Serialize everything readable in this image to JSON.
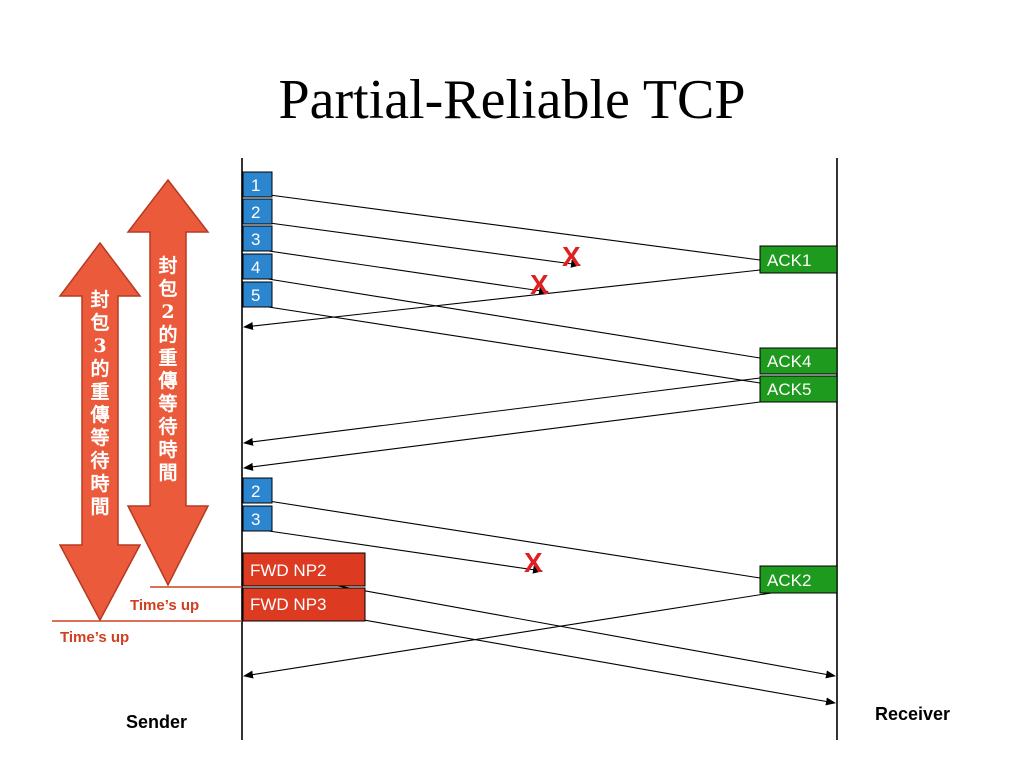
{
  "title": "Partial-Reliable TCP",
  "colors": {
    "packet_fill": "#2b86cf",
    "ack_fill": "#1e9a1e",
    "fwd_fill": "#dd3a22",
    "arrow_fill": "#ec5a3c",
    "loss_mark": "#e02020",
    "time_text": "#d04020",
    "line": "#000000"
  },
  "sender_label": "Sender",
  "receiver_label": "Receiver",
  "packets": [
    {
      "label": "1"
    },
    {
      "label": "2"
    },
    {
      "label": "3"
    },
    {
      "label": "4"
    },
    {
      "label": "5"
    },
    {
      "label": "2"
    },
    {
      "label": "3"
    }
  ],
  "forward_messages": [
    {
      "label": "FWD NP2"
    },
    {
      "label": "FWD NP3"
    }
  ],
  "acks": [
    {
      "label": "ACK1"
    },
    {
      "label": "ACK4"
    },
    {
      "label": "ACK5"
    },
    {
      "label": "ACK2"
    }
  ],
  "loss_mark": "X",
  "timers": [
    {
      "text": "封包2的重傳等待時間",
      "timeout_label": "Time’s up"
    },
    {
      "text": "封包3的重傳等待時間",
      "timeout_label": "Time’s up"
    }
  ]
}
